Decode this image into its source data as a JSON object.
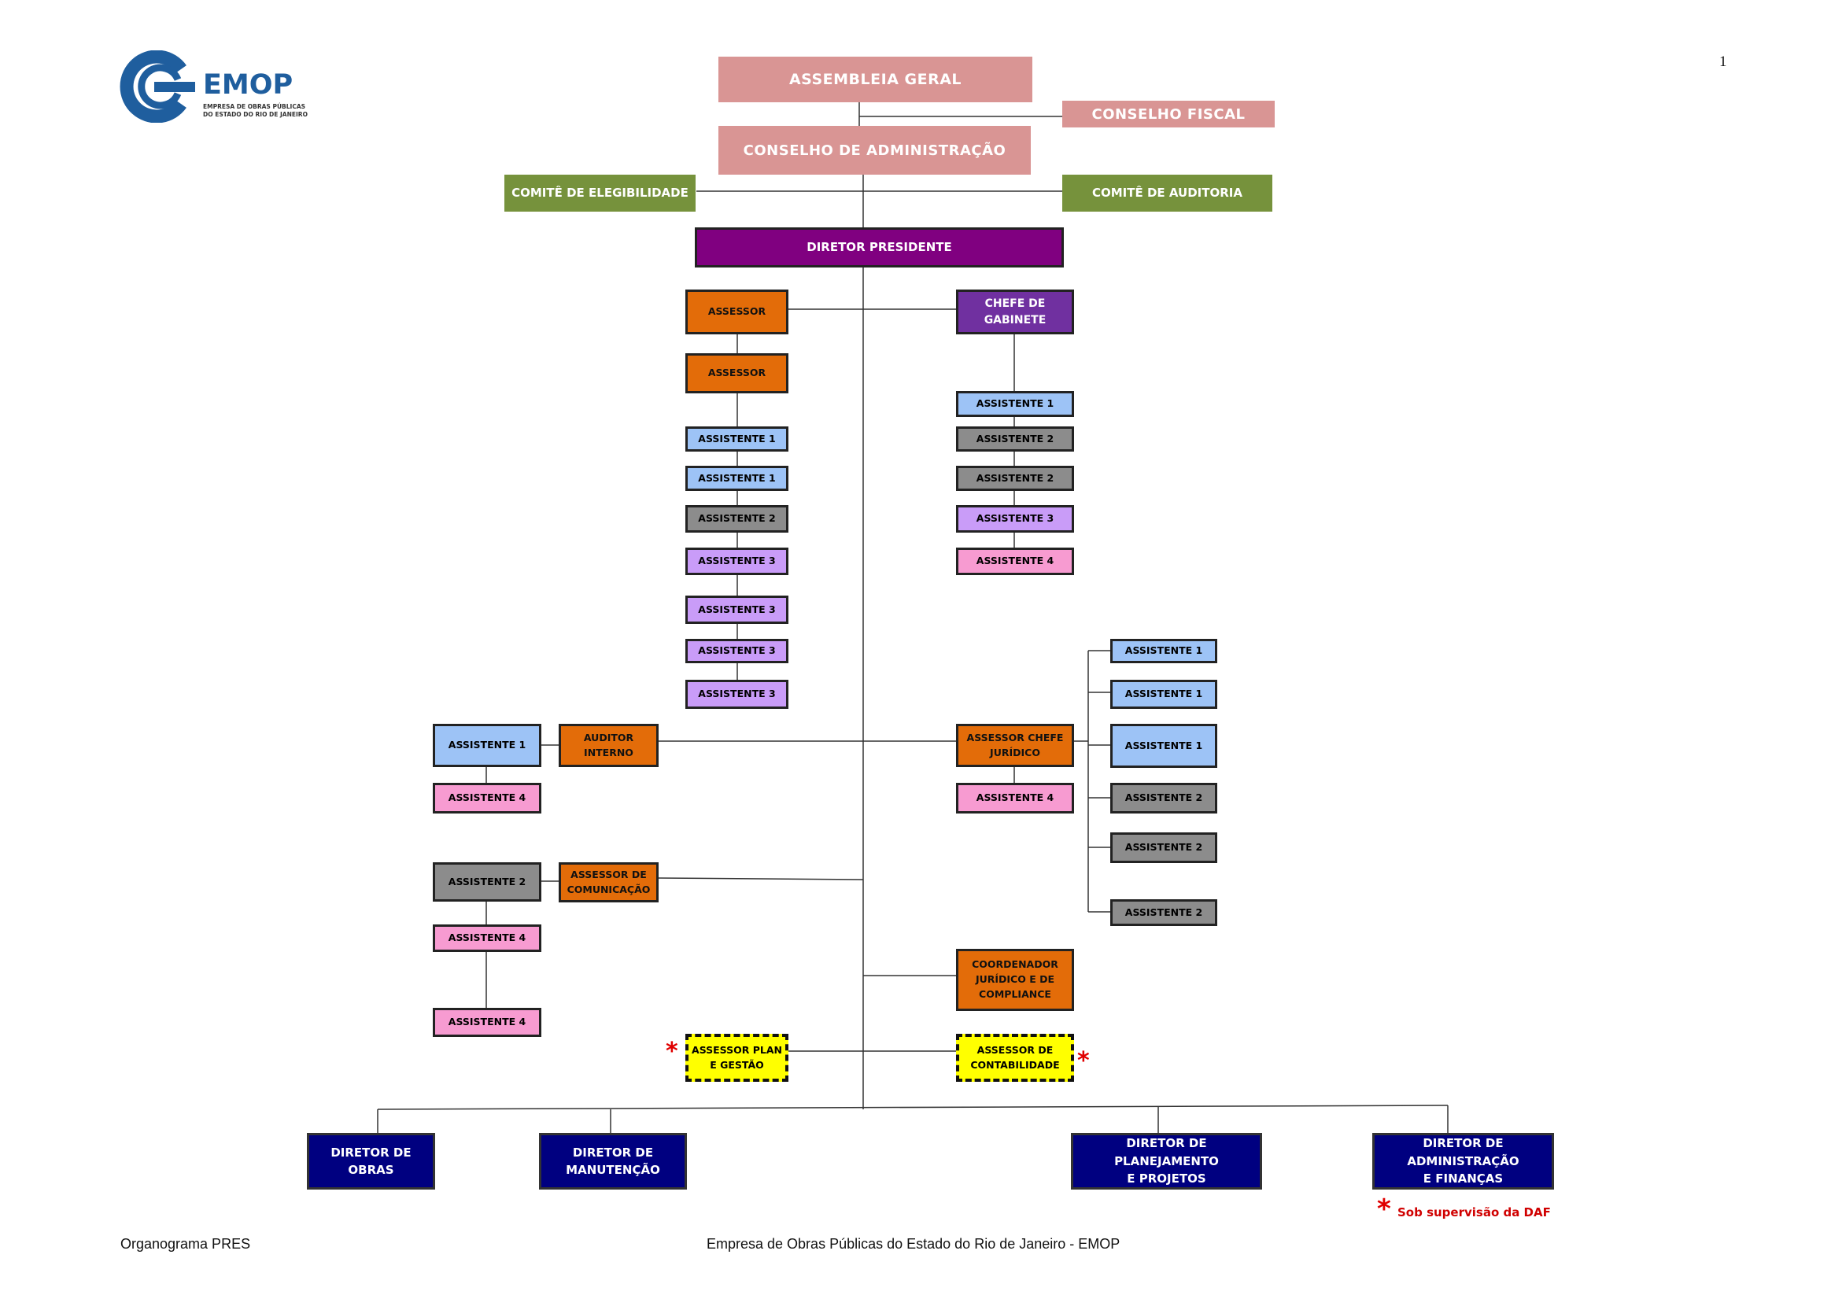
{
  "page": {
    "number": "1",
    "footer_left": "Organograma PRES",
    "footer_center": "Empresa de Obras Públicas do Estado do Rio de Janeiro - EMOP",
    "note": "Sob supervisão da DAF"
  },
  "logo": {
    "name": "EMOP",
    "sub1": "EMPRESA DE OBRAS PÚBLICAS",
    "sub2": "DO ESTADO DO RIO DE JANEIRO",
    "color": "#1f5e9e"
  },
  "colors": {
    "governance": "#d99594",
    "committee": "#76923c",
    "president": "#800080",
    "chief_of_staff": "#7030a0",
    "advisor": "#e36c09",
    "assistant_1": "#9dc3f6",
    "assistant_2": "#8c8c8c",
    "assistant_3": "#c99cf8",
    "assistant_4": "#f79bd1",
    "daf_supervised": "#ffff00",
    "director": "#000080",
    "asterisk": "#e00000"
  },
  "nodes": {
    "assembleia": "ASSEMBLEIA GERAL",
    "conselho_fiscal": "CONSELHO FISCAL",
    "conselho_adm": "CONSELHO DE ADMINISTRAÇÃO",
    "comite_eleg": "COMITÊ DE ELEGIBILIDADE",
    "comite_aud": "COMITÊ DE AUDITORIA",
    "diretor_pres": "DIRETOR  PRESIDENTE",
    "assessor_1": "ASSESSOR",
    "assessor_2": "ASSESSOR",
    "chefe_gab": "CHEFE DE\nGABINETE",
    "l_a1": "ASSISTENTE 1",
    "l_a2": "ASSISTENTE 1",
    "l_a3": "ASSISTENTE 2",
    "l_a4": "ASSISTENTE 3",
    "l_a5": "ASSISTENTE 3",
    "l_a6": "ASSISTENTE 3",
    "l_a7": "ASSISTENTE 3",
    "r_a1": "ASSISTENTE 1",
    "r_a2": "ASSISTENTE 2",
    "r_a3": "ASSISTENTE 2",
    "r_a4": "ASSISTENTE 3",
    "r_a5": "ASSISTENTE 4",
    "j_a1": "ASSISTENTE 1",
    "j_a2": "ASSISTENTE 1",
    "j_a3": "ASSISTENTE 1",
    "j_a4": "ASSISTENTE 2",
    "j_a5": "ASSISTENTE 2",
    "j_a6": "ASSISTENTE 2",
    "auditor": "AUDITOR\nINTERNO",
    "aud_a1": "ASSISTENTE 1",
    "aud_a2": "ASSISTENTE 4",
    "assessor_juridico": "ASSESSOR CHEFE\nJURÍDICO",
    "jur_a4": "ASSISTENTE 4",
    "assessor_com": "ASSESSOR DE\nCOMUNICAÇÃO",
    "com_a1": "ASSISTENTE 2",
    "com_a2": "ASSISTENTE 4",
    "com_a3": "ASSISTENTE 4",
    "coord_jur": "COORDENADOR\nJURÍDICO E DE\nCOMPLIANCE",
    "plan_gestao": "ASSESSOR PLAN\nE GESTÃO",
    "contabilidade": "ASSESSOR DE\nCONTABILIDADE",
    "dir_obras": "DIRETOR DE\nOBRAS",
    "dir_manut": "DIRETOR DE\nMANUTENÇÃO",
    "dir_plan": "DIRETOR DE PLANEJAMENTO\nE PROJETOS",
    "dir_adm": "DIRETOR DE ADMINISTRAÇÃO\nE FINANÇAS"
  },
  "symbols": {
    "asterisk": "*"
  }
}
